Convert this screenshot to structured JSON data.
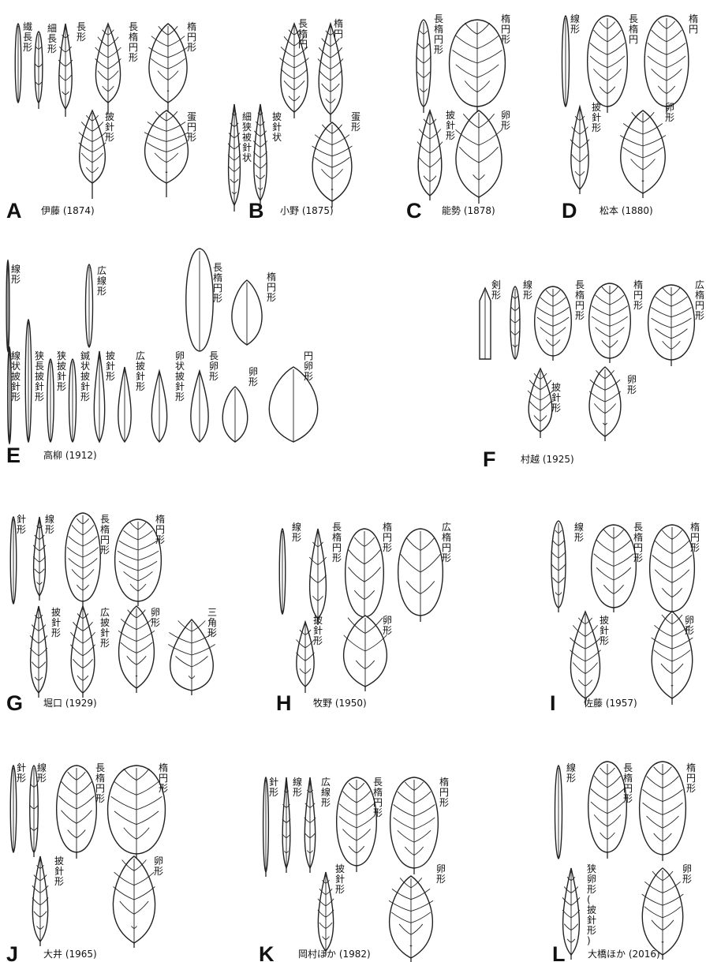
{
  "panels": [
    {
      "letter": "A",
      "caption": "伊藤 (1874)",
      "labels": [
        "繊長形",
        "細長形",
        "長形",
        "長楕円形",
        "楕円形",
        "披針形",
        "蛋円形"
      ]
    },
    {
      "letter": "B",
      "caption": "小野 (1875)",
      "labels": [
        "長楕円",
        "楕円",
        "細狭被針状",
        "披針状",
        "蛋形"
      ]
    },
    {
      "letter": "C",
      "caption": "能勢 (1878)",
      "labels": [
        "長楕円形",
        "楕円形",
        "披針形",
        "卵形"
      ]
    },
    {
      "letter": "D",
      "caption": "松本 (1880)",
      "labels": [
        "線形",
        "長楕円",
        "楕円",
        "披針形",
        "卵形"
      ]
    },
    {
      "letter": "E",
      "caption": "高柳 (1912)",
      "labels": [
        "線形",
        "広線形",
        "長楕円形",
        "楕円形",
        "線状披針形",
        "狭長披針形",
        "狭披針形",
        "鍼状披針形",
        "披針形",
        "広披針形",
        "卵状披針形",
        "長卵形",
        "卵形",
        "円卵形"
      ]
    },
    {
      "letter": "F",
      "caption": "村越 (1925)",
      "labels": [
        "剣形",
        "線形",
        "長楕円形",
        "楕円形",
        "広楕円形",
        "披針形",
        "卵形"
      ]
    },
    {
      "letter": "G",
      "caption": "堀口 (1929)",
      "labels": [
        "針形",
        "線形",
        "長楕円形",
        "楕円形",
        "披針形",
        "広披針形",
        "卵形",
        "三角形"
      ]
    },
    {
      "letter": "H",
      "caption": "牧野 (1950)",
      "labels": [
        "線形",
        "長楕円形",
        "楕円形",
        "広楕円形",
        "披針形",
        "卵形"
      ]
    },
    {
      "letter": "I",
      "caption": "佐藤 (1957)",
      "labels": [
        "線形",
        "長楕円形",
        "楕円形",
        "披針形",
        "卵形"
      ]
    },
    {
      "letter": "J",
      "caption": "大井 (1965)",
      "labels": [
        "針形",
        "線形",
        "長楕円形",
        "楕円形",
        "披針形",
        "卵形"
      ]
    },
    {
      "letter": "K",
      "caption": "岡村ほか (1982)",
      "labels": [
        "針形",
        "線形",
        "広線形",
        "長楕円形",
        "楕円形",
        "披針形",
        "卵形"
      ]
    },
    {
      "letter": "L",
      "caption": "大橋ほか (2016)",
      "labels": [
        "線形",
        "長楕円形",
        "楕円形",
        "狭卵形(披針形)",
        "卵形"
      ]
    }
  ]
}
